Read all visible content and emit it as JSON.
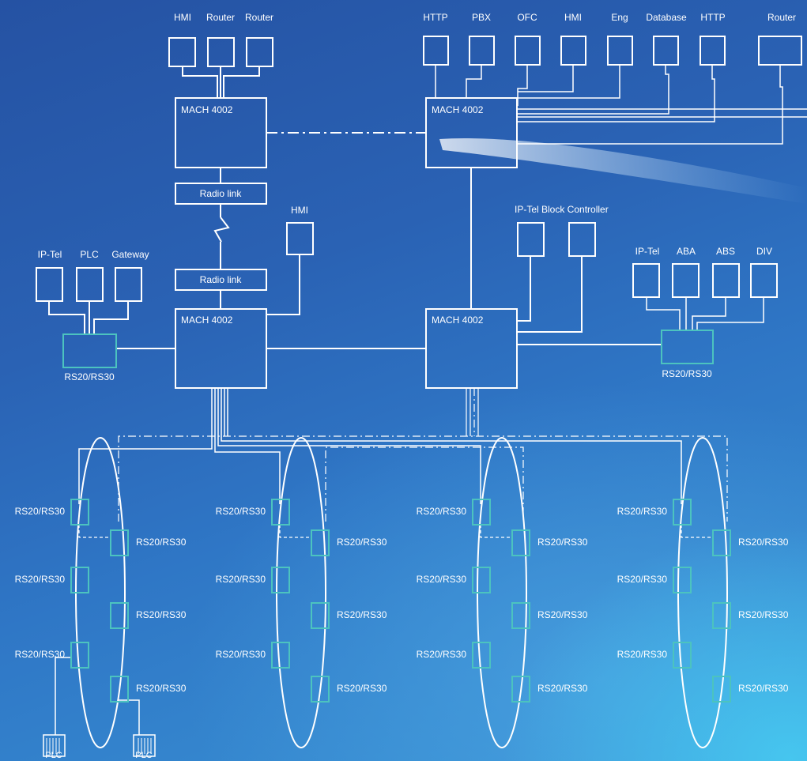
{
  "diagram": {
    "top_left_devices": [
      "HMI",
      "Router",
      "Router"
    ],
    "top_right_devices": [
      "HTTP",
      "PBX",
      "OFC",
      "HMI",
      "Eng",
      "Database",
      "HTTP",
      "Router"
    ],
    "switch_label": "MACH 4002",
    "radio_link_label": "Radio link",
    "hmi_label": "HMI",
    "block_controller_label": "IP-Tel Block Controller",
    "left_cluster_devices": [
      "IP-Tel",
      "PLC",
      "Gateway"
    ],
    "right_cluster_devices": [
      "IP-Tel",
      "ABA",
      "ABS",
      "DIV"
    ],
    "rs_label": "RS20/RS30",
    "plc_label": "PLC",
    "colors": {
      "line": "#ffffff",
      "rs_box": "#4cc3bf",
      "background_top": "#2552a3",
      "background_bottom": "#3a95d6"
    }
  }
}
